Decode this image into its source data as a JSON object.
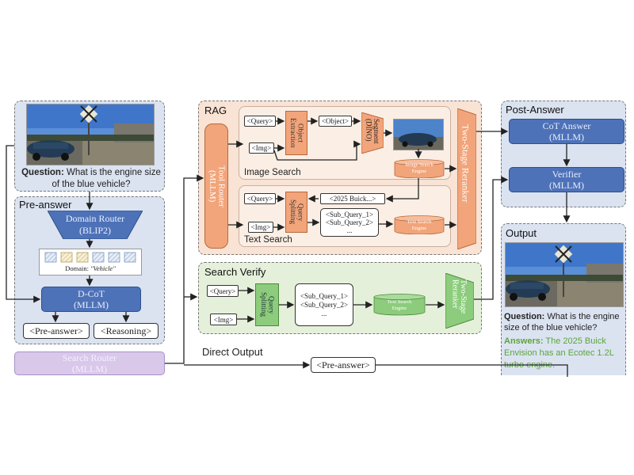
{
  "question": {
    "label": "Question:",
    "text": "What is the engine size of the blue vehicle?",
    "line1": "What is the engine size",
    "line2": "of the blue vehicle?"
  },
  "pre_answer": {
    "title": "Pre-answer",
    "domain_router": [
      "Domain Router",
      "(BLIP2)"
    ],
    "domain_label": "Domain:",
    "domain_value": "\"Vehicle\"",
    "dcot": [
      "D-CoT",
      "(MLLM)"
    ],
    "pre_answer_tag": "<Pre-answer>",
    "reasoning_tag": "<Reasoning>"
  },
  "search_router": [
    "Search Router",
    "(MLLM)"
  ],
  "rag": {
    "title": "RAG",
    "tool_router": [
      "Tool Router",
      "(MLLM)"
    ],
    "image_search": {
      "title": "Image Search",
      "query": "<Query>",
      "img": "<Img>",
      "object_extraction": [
        "Object",
        "Extraction"
      ],
      "object": "<Object>",
      "segment": [
        "Segment",
        "(DINO)"
      ],
      "engine": [
        "Image Search",
        "Engine"
      ]
    },
    "text_search": {
      "title": "Text Search",
      "query": "<Query>",
      "img": "<Img>",
      "query_splitting": [
        "Query",
        "Splitting"
      ],
      "result": "<2025 Buick...>",
      "sub_query_1": "<Sub_Query_1>",
      "sub_query_2": "<Sub_Query_2>",
      "ellipsis": "...",
      "engine": [
        "Text Search",
        "Engine"
      ]
    },
    "reranker": "Two-Stage Reranker"
  },
  "search_verify": {
    "title": "Search Verify",
    "query": "<Query>",
    "img": "<Img>",
    "query_splitting": [
      "Query",
      "Splitting"
    ],
    "sub_query_1": "<Sub_Query_1>",
    "sub_query_2": "<Sub_Query_2>",
    "ellipsis": "...",
    "engine": [
      "Text Search",
      "Engine"
    ],
    "reranker": [
      "Two-Stage",
      "Reranker"
    ]
  },
  "direct_output": {
    "title": "Direct Output",
    "tag": "<Pre-answer>"
  },
  "post_answer": {
    "title": "Post-Answer",
    "cot_answer": [
      "CoT Answer",
      "(MLLM)"
    ],
    "verifier": [
      "Verifier",
      "(MLLM)"
    ]
  },
  "output": {
    "title": "Output",
    "question_label": "Question:",
    "question_line1": "What is the engine",
    "question_line2": "size of the blue vehicle?",
    "answer_label": "Answers:",
    "answer_line1": "The 2025 Buick",
    "answer_line2": "Envision has an Ecotec 1.2L",
    "answer_line3": "turbo engine."
  },
  "colors": {
    "blue_panel": "#dbe3f1",
    "blue_box": "#4e72b8",
    "peach_panel": "#f9e3d4",
    "orange_box": "#f2a47a",
    "green_panel": "#e5f0da",
    "green_box": "#8ccc7c",
    "lavender": "#d9c8ea",
    "answer_green": "#5aa63a"
  }
}
